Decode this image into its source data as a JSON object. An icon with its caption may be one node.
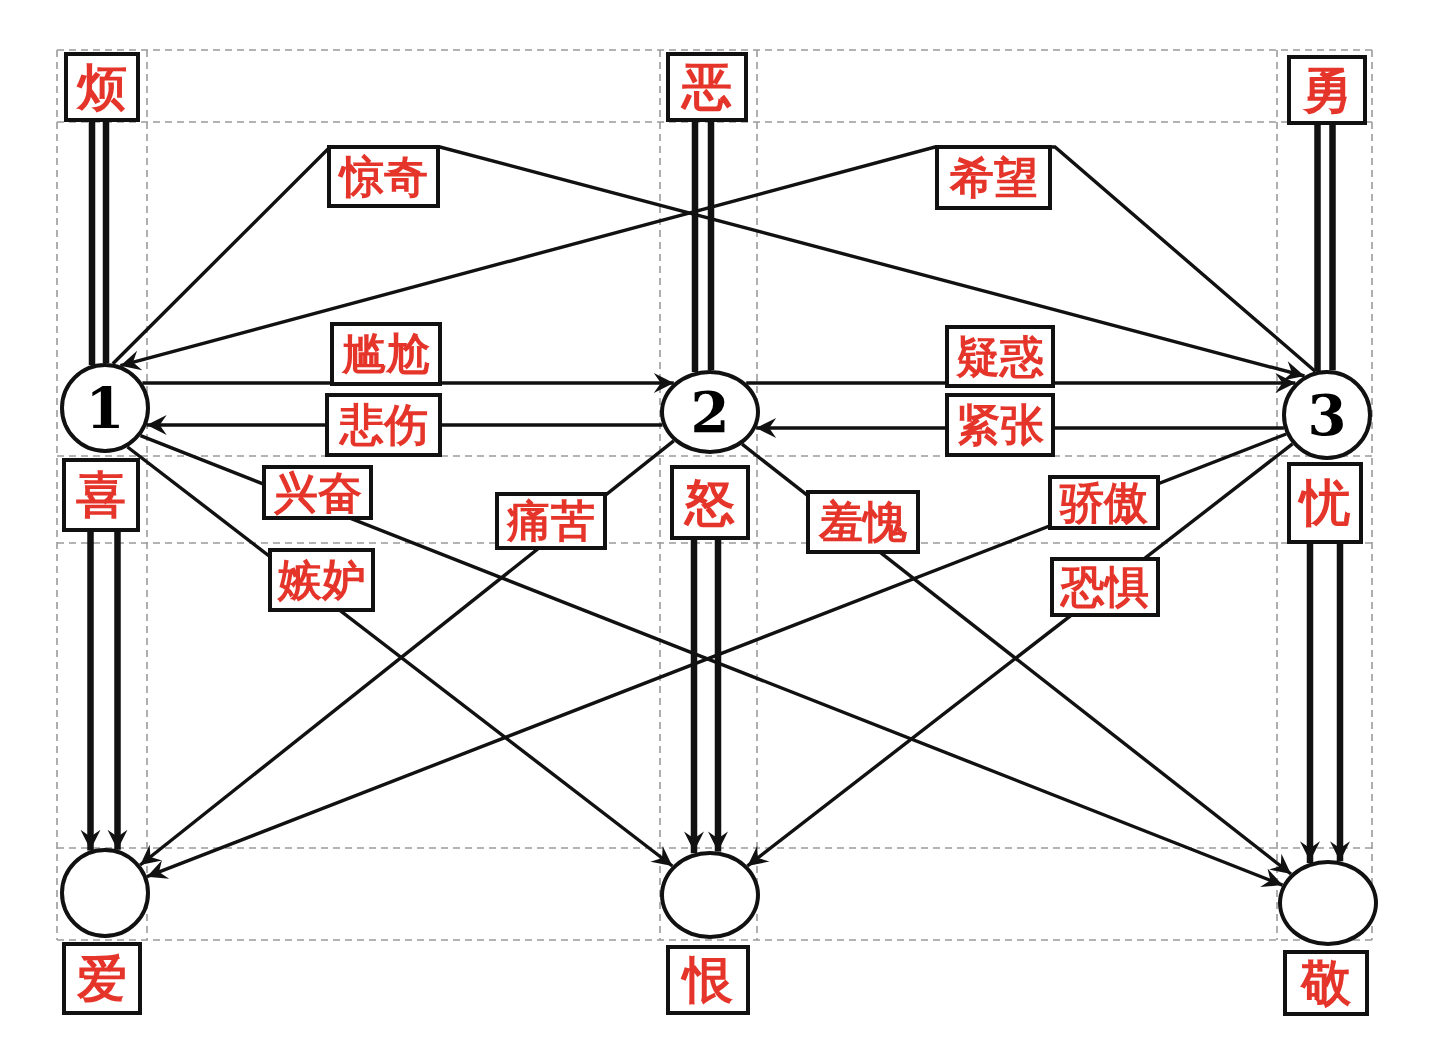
{
  "diagram": {
    "nodes": [
      {
        "text": [
          "烦"
        ]
      },
      {
        "text": [
          "恶"
        ]
      },
      {
        "text": [
          "勇"
        ]
      },
      {
        "text": [
          "1"
        ]
      },
      {
        "text": [
          "2"
        ]
      },
      {
        "text": [
          "3"
        ]
      },
      {
        "text": [
          "喜"
        ]
      },
      {
        "text": [
          "怒"
        ]
      },
      {
        "text": [
          "忧"
        ]
      },
      {
        "text": [],
        "shape": "circle"
      },
      {
        "text": [],
        "shape": "circle"
      },
      {
        "text": [],
        "shape": "circle"
      },
      {
        "text": [
          "爱"
        ]
      },
      {
        "text": [
          "恨"
        ]
      },
      {
        "text": [
          "敬"
        ]
      }
    ],
    "edges": [
      {
        "from": 0,
        "to": 3,
        "arrow": "none",
        "style": "thick"
      },
      {
        "from": 1,
        "to": 4,
        "arrow": "none",
        "style": "thick"
      },
      {
        "from": 2,
        "to": 5,
        "arrow": "none",
        "style": "thick"
      },
      {
        "from": 3,
        "to": 5,
        "arrow": "to",
        "label": "惊奇"
      },
      {
        "from": 5,
        "to": 3,
        "arrow": "to",
        "label": "希望"
      },
      {
        "from": 3,
        "to": 4,
        "arrow": "to",
        "label": "尴尬"
      },
      {
        "from": 4,
        "to": 3,
        "arrow": "to",
        "label": "悲伤"
      },
      {
        "from": 4,
        "to": 5,
        "arrow": "to",
        "label": "疑惑"
      },
      {
        "from": 5,
        "to": 4,
        "arrow": "to",
        "label": "紧张"
      },
      {
        "from": 3,
        "to": 10,
        "arrow": "to",
        "label": "嫉妒"
      },
      {
        "from": 3,
        "to": 11,
        "arrow": "to",
        "label": "兴奋"
      },
      {
        "from": 4,
        "to": 9,
        "arrow": "to",
        "label": "痛苦"
      },
      {
        "from": 4,
        "to": 11,
        "arrow": "to",
        "label": "羞愧"
      },
      {
        "from": 5,
        "to": 9,
        "arrow": "to",
        "label": "骄傲"
      },
      {
        "from": 5,
        "to": 10,
        "arrow": "to",
        "label": "恐惧"
      },
      {
        "from": 6,
        "to": 9,
        "arrow": "to",
        "style": "thick"
      },
      {
        "from": 7,
        "to": 10,
        "arrow": "to",
        "style": "thick"
      },
      {
        "from": 8,
        "to": 11,
        "arrow": "to",
        "style": "thick"
      }
    ]
  }
}
